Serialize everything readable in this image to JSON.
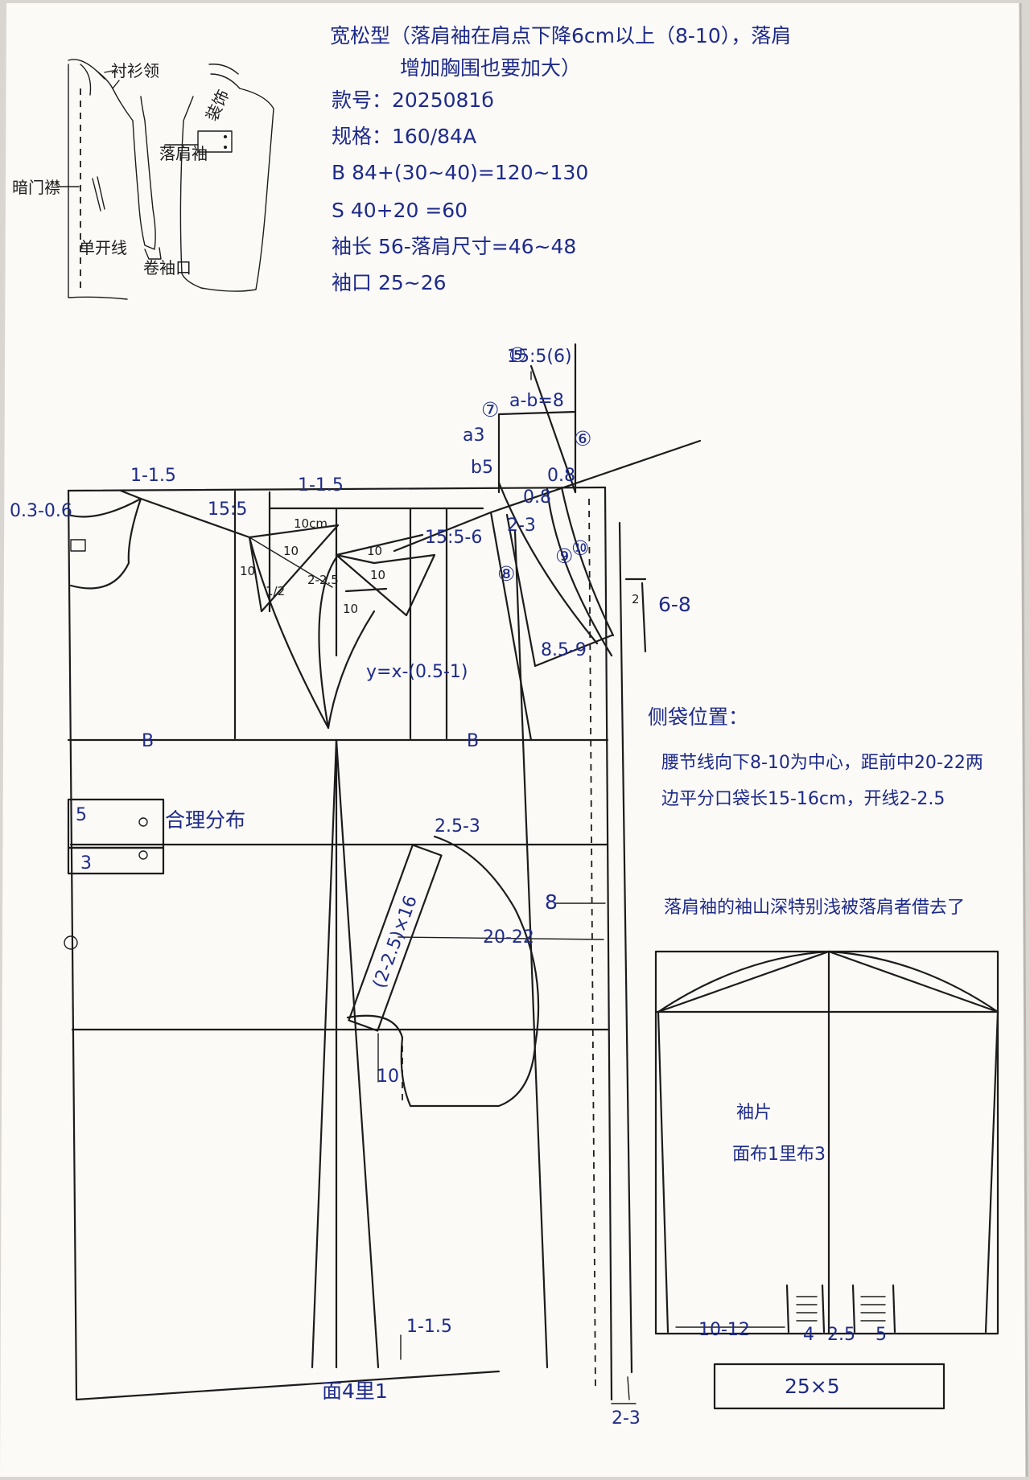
{
  "header": {
    "title_line1": "宽松型（落肩袖在肩点下降6cm以上（8-10），落肩",
    "title_line2": "增加胸围也要加大）"
  },
  "specs": [
    "款号：2025081б",
    "规格：160/84A",
    "B  84+(30~40)=120~130",
    "S  40+20 =60",
    "袖长  56-落肩尺寸=46~48",
    "袖口  25~26"
  ],
  "sketch_labels": {
    "collar": "衬衫领",
    "placket": "暗门襟",
    "dropped_sleeve": "落肩袖",
    "decor": "装饰",
    "single_welt": "单开线",
    "rolled_cuff": "卷袖口"
  },
  "bodice_labels": {
    "neck_drop": "0.3-0.6",
    "neck_width_add": "1-1.5",
    "shoulder_slope_back": "15:5",
    "back_depth_note": "1-1.5",
    "dart_width": "10cm",
    "dart_leg_a": "10",
    "dart_leg_b": "10",
    "dart_value": "2-2.5",
    "dart_half": "1/2",
    "dart_leg_c": "10",
    "dart_leg_d": "10",
    "dart_leg_e": "10",
    "shoulder_slope_front": "15:5-6",
    "formula_y": "y=x-(0.5-1)",
    "bust_b1": "B",
    "bust_b2": "B",
    "pocket_note": "合理分布",
    "pocket_5": "5",
    "pocket_3": "3",
    "welt_top": "2.5-3",
    "welt_len": "(2-2.5)×16",
    "pocket_side": "20-22",
    "pocket_8": "8",
    "pocket_10": "10",
    "hem_rise": "1-1.5",
    "fabric_count": "面4里1",
    "hem_ext": "2-3"
  },
  "sleeve_cap_labels": {
    "ratio": "15:5(6)",
    "a_b": "a-b=8",
    "a3": "a3",
    "b5": "b5",
    "c_mark": "0.8",
    "c_mark2": "0.8",
    "mark_23": "2-3",
    "drop": "6-8",
    "drop_2": "2",
    "cuff_span": "8.5-9",
    "c6": "⑥",
    "c7": "⑦",
    "c8": "⑧",
    "c9": "⑨",
    "c10": "⑩",
    "c5": "⑤"
  },
  "notes": {
    "side_pocket_title": "侧袋位置：",
    "side_pocket_line1": "腰节线向下8-10为中心，距前中20-22两",
    "side_pocket_line2": "边平分口袋长15-16cm，开线2-2.5",
    "sleeve_note": "落肩袖的袖山深特别浅被落肩者借去了"
  },
  "sleeve": {
    "label_title": "袖片",
    "label_count": "面布1里布3",
    "bottom_span": "10-12",
    "pleat_4": "4",
    "pleat_gap": "2.5",
    "pleat_5": "5",
    "cuff_size": "25×5"
  },
  "colors": {
    "paper": "#fbfaf7",
    "ink": "#1c1c1c",
    "blue_ink": "#1e2a8a"
  }
}
